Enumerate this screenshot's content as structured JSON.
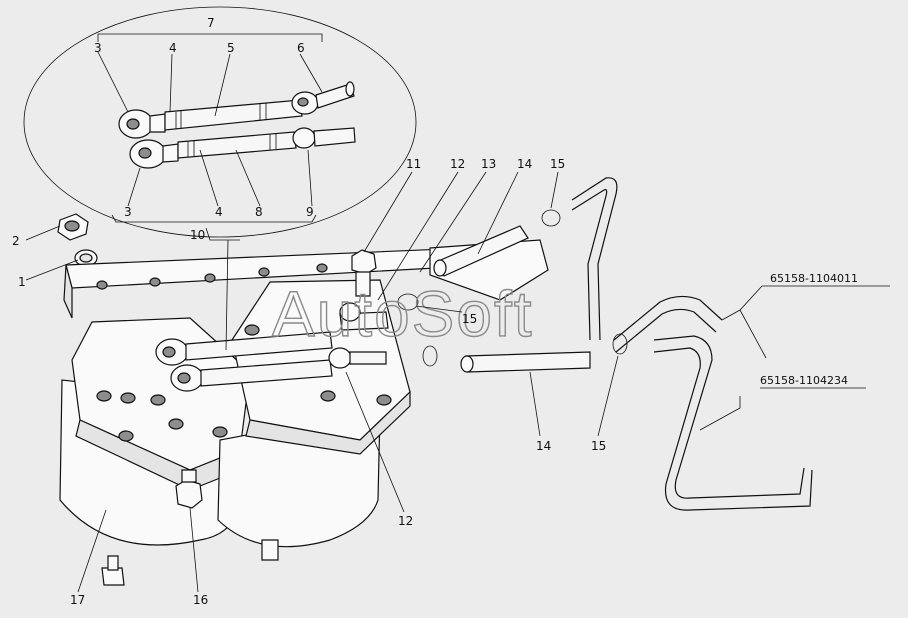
{
  "watermark": "AutoSoft",
  "callouts": [
    {
      "id": "c1",
      "text": "1"
    },
    {
      "id": "c2",
      "text": "2"
    },
    {
      "id": "c3a",
      "text": "3"
    },
    {
      "id": "c4a",
      "text": "4"
    },
    {
      "id": "c5",
      "text": "5"
    },
    {
      "id": "c6",
      "text": "6"
    },
    {
      "id": "c7",
      "text": "7"
    },
    {
      "id": "c3b",
      "text": "3"
    },
    {
      "id": "c4b",
      "text": "4"
    },
    {
      "id": "c8",
      "text": "8"
    },
    {
      "id": "c9",
      "text": "9"
    },
    {
      "id": "c10",
      "text": "10"
    },
    {
      "id": "c11",
      "text": "11"
    },
    {
      "id": "c12a",
      "text": "12"
    },
    {
      "id": "c13",
      "text": "13"
    },
    {
      "id": "c14a",
      "text": "14"
    },
    {
      "id": "c15a",
      "text": "15"
    },
    {
      "id": "c15b",
      "text": "15"
    },
    {
      "id": "c14b",
      "text": "14"
    },
    {
      "id": "c15c",
      "text": "15"
    },
    {
      "id": "c12b",
      "text": "12"
    },
    {
      "id": "c16",
      "text": "16"
    },
    {
      "id": "c17",
      "text": "17"
    }
  ],
  "part_numbers": [
    {
      "id": "pn1",
      "text": "65158-1104011"
    },
    {
      "id": "pn2",
      "text": "65158-1104234"
    }
  ]
}
